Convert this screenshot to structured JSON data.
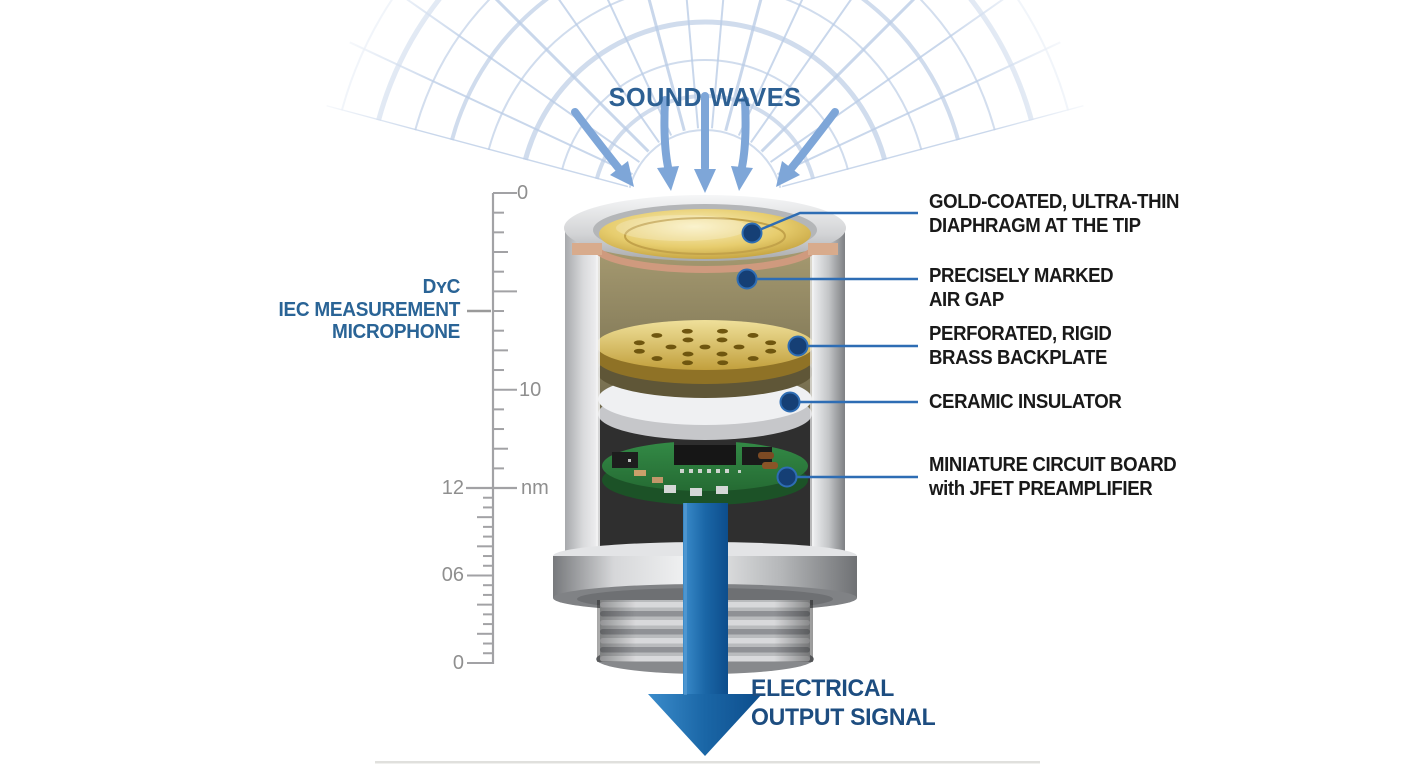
{
  "header": {
    "sound_waves": "SOUND WAVES"
  },
  "device_label": {
    "line1": "DʏC",
    "line2": "IEC MEASUREMENT",
    "line3": "MICROPHONE"
  },
  "callouts": [
    {
      "id": "diaphragm",
      "line1": "GOLD-COATED, ULTRA-THIN",
      "line2": "DIAPHRAGM AT THE TIP"
    },
    {
      "id": "air-gap",
      "line1": "PRECISELY MARKED",
      "line2": "AIR GAP"
    },
    {
      "id": "backplate",
      "line1": "PERFORATED, RIGID",
      "line2": "BRASS BACKPLATE"
    },
    {
      "id": "insulator",
      "line1": "CERAMIC INSULATOR"
    },
    {
      "id": "circuit",
      "line1": "MINIATURE CIRCUIT BOARD",
      "line2": "with JFET PREAMPLIFIER"
    }
  ],
  "output_label": {
    "line1": "ELECTRICAL",
    "line2": "OUTPUT SIGNAL"
  },
  "ruler": {
    "top_zero": "0",
    "ten": "10",
    "twelve": "12",
    "unit": "nm",
    "six": "06",
    "bottom_zero": "0"
  },
  "colors": {
    "heading_blue": "#2d6093",
    "device_label_blue": "#2a6496",
    "output_label_blue": "#1d4d80",
    "callout_text": "#191919",
    "leader_line_blue": "#2e6db4",
    "leader_dot_navy": "#153f75",
    "wave_blue": "#b9cce6",
    "wave_arrow_blue": "#7ea6d8",
    "output_arrow_blue": "#0d4d8c",
    "diaphragm_gold": "#e3c763",
    "backplate_brass": "#c9a544",
    "copper_ring": "#cf9a7e",
    "ceramic_white": "#eff0f2",
    "pcb_green": "#2e7d3c",
    "housing_silver": "#c6c8ca",
    "ruler_gray": "#a0a0a3"
  }
}
